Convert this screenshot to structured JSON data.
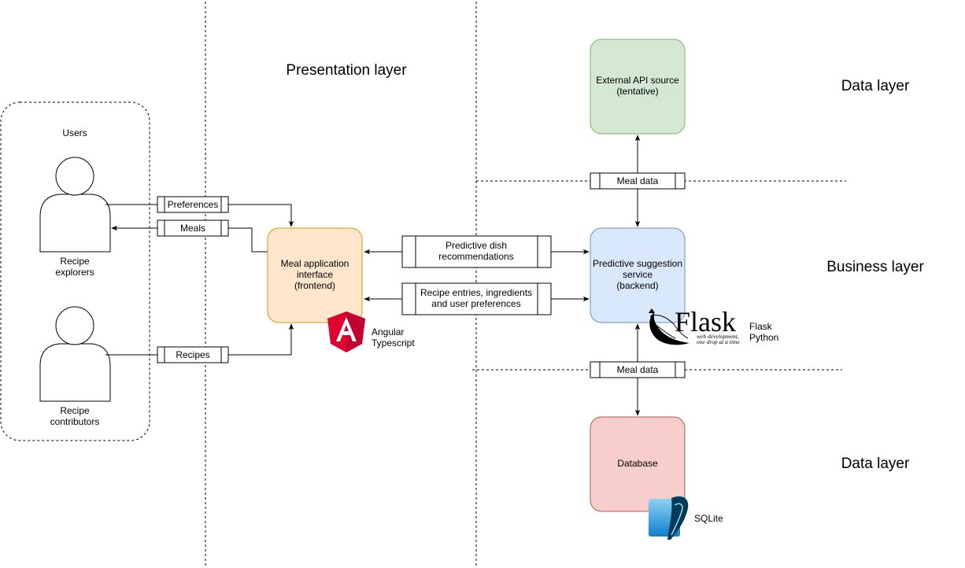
{
  "layers": {
    "presentation": "Presentation layer",
    "data_top": "Data layer",
    "business": "Business layer",
    "data_bottom": "Data layer"
  },
  "users": {
    "group_title": "Users",
    "explorers_line1": "Recipe",
    "explorers_line2": "explorers",
    "contributors_line1": "Recipe",
    "contributors_line2": "contributors"
  },
  "flows": {
    "preferences": "Preferences",
    "meals": "Meals",
    "recipes": "Recipes",
    "predictive_line1": "Predictive dish",
    "predictive_line2": "recommendations",
    "entries_line1": "Recipe entries, ingredients",
    "entries_line2": "and user preferences",
    "meal_data_top": "Meal data",
    "meal_data_bottom": "Meal data"
  },
  "nodes": {
    "frontend_line1": "Meal application",
    "frontend_line2": "interface",
    "frontend_line3": "(frontend)",
    "backend_line1": "Predictive suggestion",
    "backend_line2": "service",
    "backend_line3": "(backend)",
    "api_line1": "External API source",
    "api_line2": "(tentative)",
    "database": "Database"
  },
  "tech": {
    "angular_line1": "Angular",
    "angular_line2": "Typescript",
    "flask_line1": "Flask",
    "flask_line2": "Python",
    "flask_logo_word": "Flask",
    "flask_logo_sub1": "web development,",
    "flask_logo_sub2": "one drop at a time",
    "sqlite": "SQLite"
  },
  "colors": {
    "frontend_fill": "#ffe6cc",
    "frontend_stroke": "#d79b00",
    "backend_fill": "#dae8fc",
    "backend_stroke": "#6c8ebf",
    "api_fill": "#d5e8d4",
    "api_stroke": "#82b366",
    "db_fill": "#f8cecc",
    "db_stroke": "#b85450",
    "angular_red": "#dd0031"
  }
}
